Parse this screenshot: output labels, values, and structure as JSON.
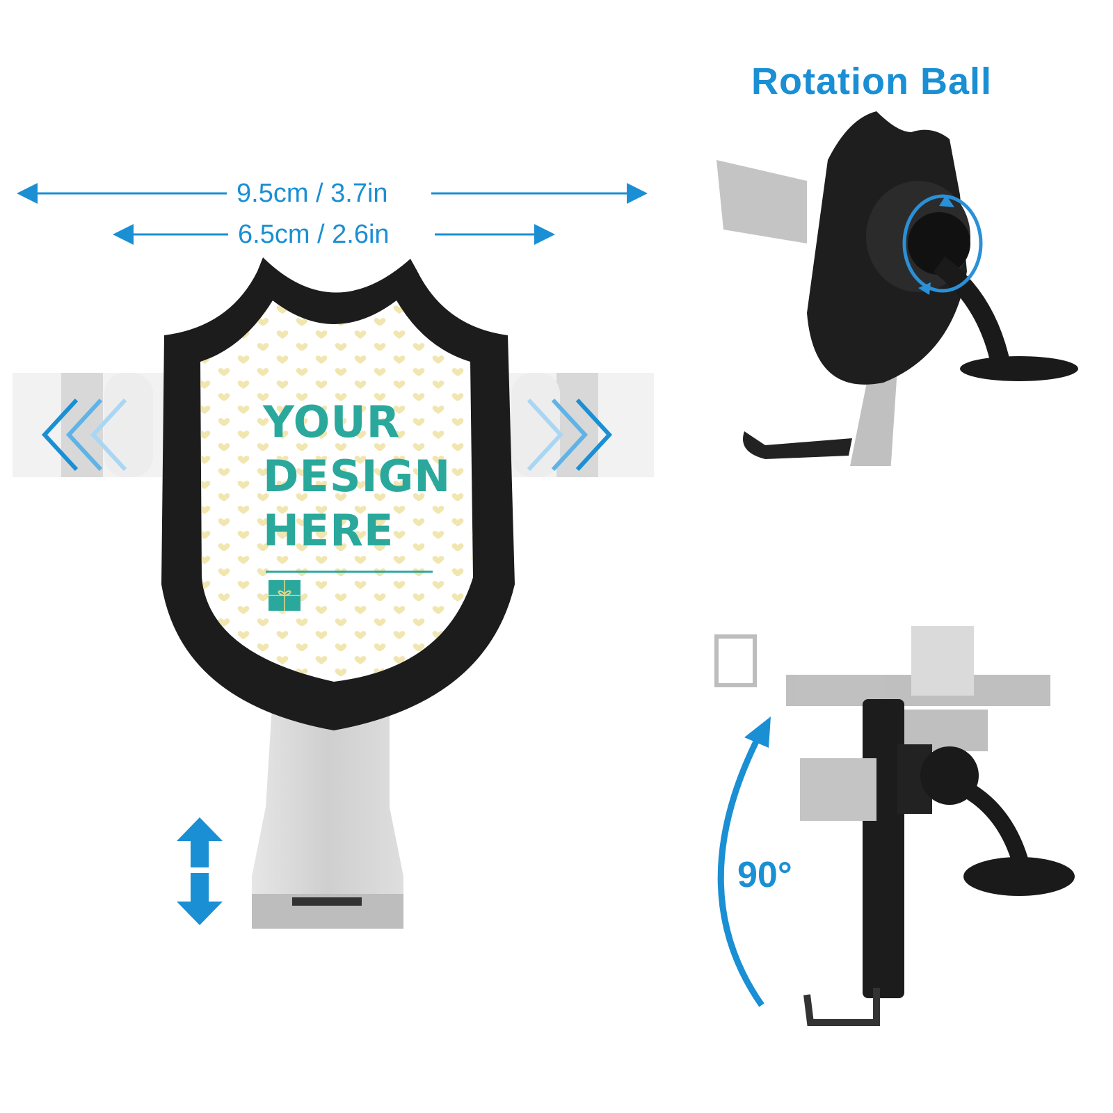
{
  "dimensions": {
    "outer": {
      "label": "9.5cm / 3.7in"
    },
    "inner": {
      "label": "6.5cm / 2.6in"
    }
  },
  "top_right": {
    "title": "Rotation Ball"
  },
  "bottom_right": {
    "angle_label": "90°"
  },
  "shield": {
    "text_lines": [
      "YOUR",
      "DESIGN",
      "HERE"
    ],
    "pattern": "heart-dots"
  },
  "colors": {
    "accent_blue": "#1a8fd4",
    "teal": "#2ba89c",
    "heart_yellow": "#efe3a6",
    "frame_black": "#1c1c1c",
    "metal_silver": "#c9c9c9"
  },
  "icons": {
    "left_arrows": "chevrons-left-icon",
    "right_arrows": "chevrons-right-icon",
    "vertical_arrow": "up-down-arrow-icon",
    "rotation": "rotate-circle-icon",
    "arc_arrow": "curved-arrow-icon",
    "gift": "gift-icon"
  }
}
